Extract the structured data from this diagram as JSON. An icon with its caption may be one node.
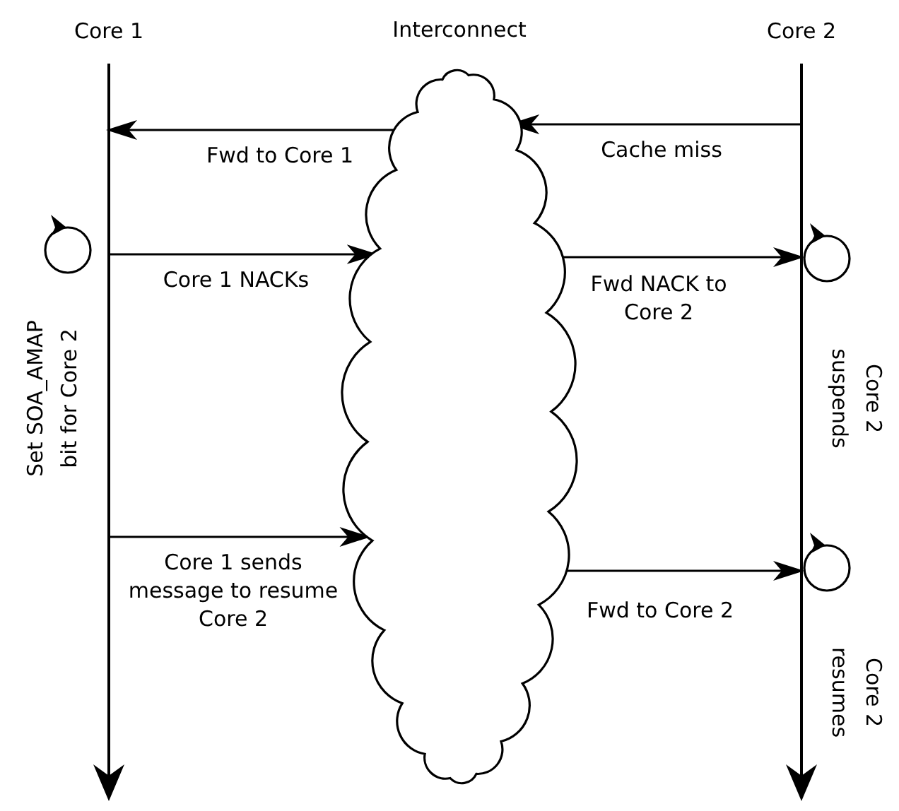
{
  "diagram": {
    "nodes": [
      {
        "text": [],
        "shape": "bar"
      },
      {
        "text": [
          "Interconnect"
        ]
      },
      {
        "text": [],
        "shape": "bar"
      },
      {
        "text": [],
        "shape": "circle"
      },
      {
        "text": [],
        "shape": "circle"
      },
      {
        "text": [],
        "shape": "circle"
      }
    ],
    "edges": [
      {
        "from": 2,
        "to": 1,
        "arrow": "to",
        "label": "Cache miss"
      },
      {
        "from": 1,
        "to": 0,
        "arrow": "to",
        "label": "Fwd to Core 1"
      },
      {
        "from": 0,
        "to": 1,
        "arrow": "to",
        "label": "Core 1 NACKs"
      },
      {
        "from": 1,
        "to": 2,
        "arrow": "to",
        "label": "Fwd NACK to Core 2"
      },
      {
        "from": 0,
        "to": 1,
        "arrow": "to",
        "label": "Core 1 sends message to resume Core 2"
      },
      {
        "from": 1,
        "to": 2,
        "arrow": "to",
        "label": "Fwd to Core 2"
      }
    ],
    "labels": [
      "Core 1",
      "Core 2",
      "Set SOA_AMAP bit for Core 2",
      "Core 2 suspends",
      "Core 2 resumes"
    ]
  }
}
